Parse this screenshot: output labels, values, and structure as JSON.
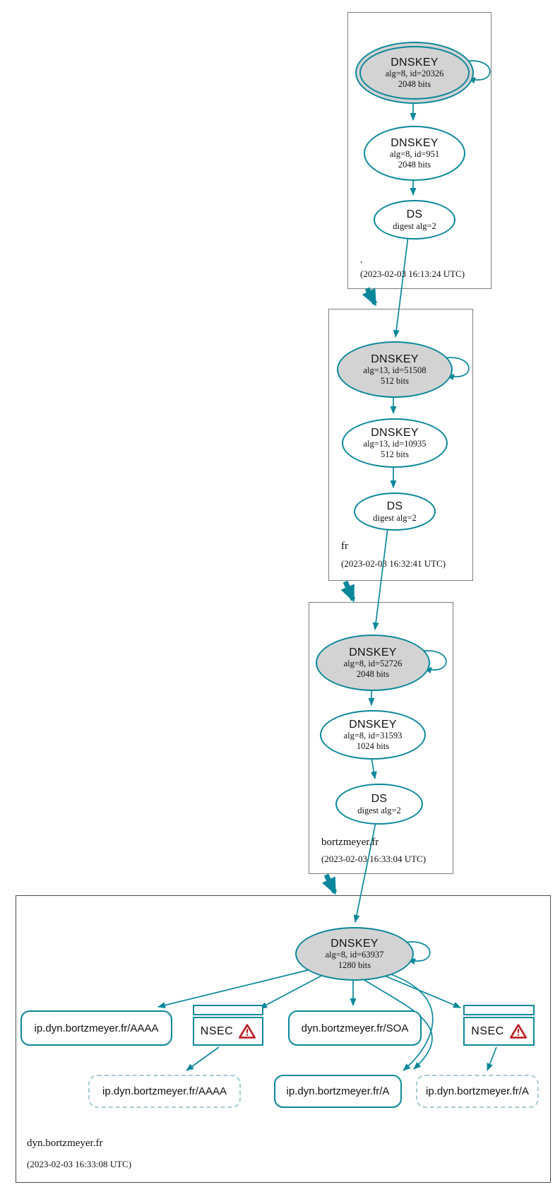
{
  "diagram_type": "dnssec-authentication-chain",
  "colors": {
    "secure_edge": "#0a879a",
    "key_fill": "#d3d3d3",
    "warning_red": "#b82025",
    "denied_dashed_border": "#a2ccd5",
    "zone_box_border": "#7d7d7d"
  },
  "zones": [
    {
      "name": ".",
      "timestamp": "(2023-02-03 16:13:24 UTC)",
      "ksk": {
        "type": "DNSKEY",
        "params": "alg=8, id=20326",
        "size": "2048 bits"
      },
      "zsk": {
        "type": "DNSKEY",
        "params": "alg=8, id=951",
        "size": "2048 bits"
      },
      "ds": {
        "type": "DS",
        "params": "digest alg=2"
      }
    },
    {
      "name": "fr",
      "timestamp": "(2023-02-03 16:32:41 UTC)",
      "ksk": {
        "type": "DNSKEY",
        "params": "alg=13, id=51508",
        "size": "512 bits"
      },
      "zsk": {
        "type": "DNSKEY",
        "params": "alg=13, id=10935",
        "size": "512 bits"
      },
      "ds": {
        "type": "DS",
        "params": "digest alg=2"
      }
    },
    {
      "name": "bortzmeyer.fr",
      "timestamp": "(2023-02-03 16:33:04 UTC)",
      "ksk": {
        "type": "DNSKEY",
        "params": "alg=8, id=52726",
        "size": "2048 bits"
      },
      "zsk": {
        "type": "DNSKEY",
        "params": "alg=8, id=31593",
        "size": "1024 bits"
      },
      "ds": {
        "type": "DS",
        "params": "digest alg=2"
      }
    },
    {
      "name": "dyn.bortzmeyer.fr",
      "timestamp": "(2023-02-03 16:33:08 UTC)",
      "dnskey": {
        "type": "DNSKEY",
        "params": "alg=8, id=63937",
        "size": "1280 bits"
      },
      "nsec1": {
        "type": "NSEC"
      },
      "nsec2": {
        "type": "NSEC"
      },
      "rrsets": {
        "aaaa": "ip.dyn.bortzmeyer.fr/AAAA",
        "soa": "dyn.bortzmeyer.fr/SOA",
        "a": "ip.dyn.bortzmeyer.fr/A",
        "aaaa_denied": "ip.dyn.bortzmeyer.fr/AAAA",
        "a_denied": "ip.dyn.bortzmeyer.fr/A"
      }
    }
  ]
}
